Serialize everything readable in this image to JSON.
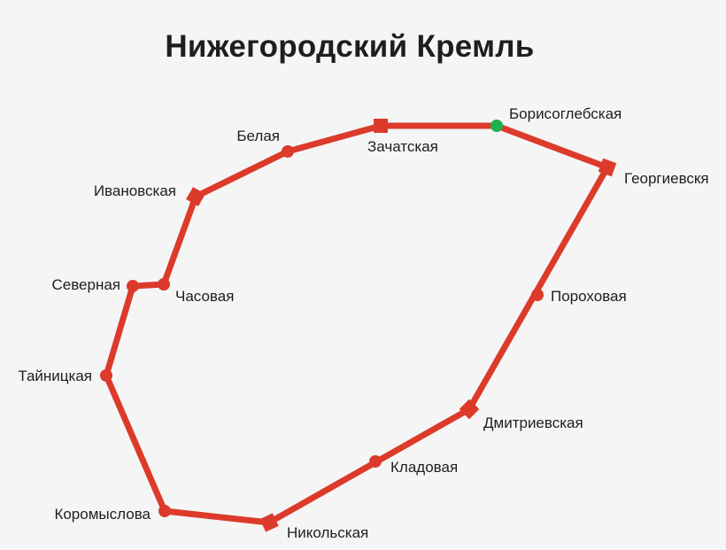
{
  "title": "Нижегородский Кремль",
  "colors": {
    "wall": "#dc3a2a",
    "highlight": "#1fb04f",
    "text": "#1e1e1e",
    "background": "#f5f5f5"
  },
  "towers": [
    {
      "id": "borisoglebskaya",
      "name": "Борисоглебская",
      "kind": "round",
      "highlighted": true
    },
    {
      "id": "georgievskaya",
      "name": "Георгиевскя",
      "kind": "square"
    },
    {
      "id": "porokhovaya",
      "name": "Пороховая",
      "kind": "round"
    },
    {
      "id": "dmitrievskaya",
      "name": "Дмитриевская",
      "kind": "square"
    },
    {
      "id": "kladovaya",
      "name": "Кладовая",
      "kind": "round"
    },
    {
      "id": "nikolskaya",
      "name": "Никольская",
      "kind": "square"
    },
    {
      "id": "koromyslova",
      "name": "Коромыслова",
      "kind": "round"
    },
    {
      "id": "tainitskaya",
      "name": "Тайницкая",
      "kind": "round"
    },
    {
      "id": "severnaya",
      "name": "Северная",
      "kind": "round"
    },
    {
      "id": "chasovaya",
      "name": "Часовая",
      "kind": "round"
    },
    {
      "id": "ivanovskaya",
      "name": "Ивановская",
      "kind": "square"
    },
    {
      "id": "belaya",
      "name": "Белая",
      "kind": "round"
    },
    {
      "id": "zachatskaya",
      "name": "Зачатская",
      "kind": "square"
    }
  ]
}
